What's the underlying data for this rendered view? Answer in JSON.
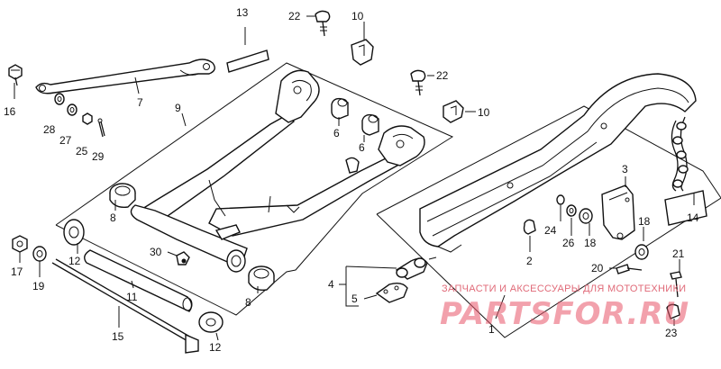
{
  "callouts": [
    {
      "id": "c1",
      "text": "1"
    },
    {
      "id": "c2",
      "text": "2"
    },
    {
      "id": "c3",
      "text": "3"
    },
    {
      "id": "c4",
      "text": "4"
    },
    {
      "id": "c5",
      "text": "5"
    },
    {
      "id": "c6a",
      "text": "6"
    },
    {
      "id": "c6b",
      "text": "6"
    },
    {
      "id": "c7",
      "text": "7"
    },
    {
      "id": "c8a",
      "text": "8"
    },
    {
      "id": "c8b",
      "text": "8"
    },
    {
      "id": "c9",
      "text": "9"
    },
    {
      "id": "c10a",
      "text": "10"
    },
    {
      "id": "c10b",
      "text": "10"
    },
    {
      "id": "c11",
      "text": "11"
    },
    {
      "id": "c12a",
      "text": "12"
    },
    {
      "id": "c12b",
      "text": "12"
    },
    {
      "id": "c13",
      "text": "13"
    },
    {
      "id": "c14",
      "text": "14"
    },
    {
      "id": "c15",
      "text": "15"
    },
    {
      "id": "c16",
      "text": "16"
    },
    {
      "id": "c17",
      "text": "17"
    },
    {
      "id": "c18a",
      "text": "18"
    },
    {
      "id": "c18b",
      "text": "18"
    },
    {
      "id": "c19",
      "text": "19"
    },
    {
      "id": "c20",
      "text": "20"
    },
    {
      "id": "c21",
      "text": "21"
    },
    {
      "id": "c22a",
      "text": "22"
    },
    {
      "id": "c22b",
      "text": "22"
    },
    {
      "id": "c23",
      "text": "23"
    },
    {
      "id": "c24",
      "text": "24"
    },
    {
      "id": "c25",
      "text": "25"
    },
    {
      "id": "c26",
      "text": "26"
    },
    {
      "id": "c27",
      "text": "27"
    },
    {
      "id": "c28",
      "text": "28"
    },
    {
      "id": "c29",
      "text": "29"
    },
    {
      "id": "c30",
      "text": "30"
    }
  ],
  "watermark": {
    "caption": "ЗАПЧАСТИ И АКСЕССУАРЫ ДЛЯ МОТОТЕХНИКИ",
    "logo_text": "PARTSFOR.RU",
    "color": "#e8566a"
  }
}
